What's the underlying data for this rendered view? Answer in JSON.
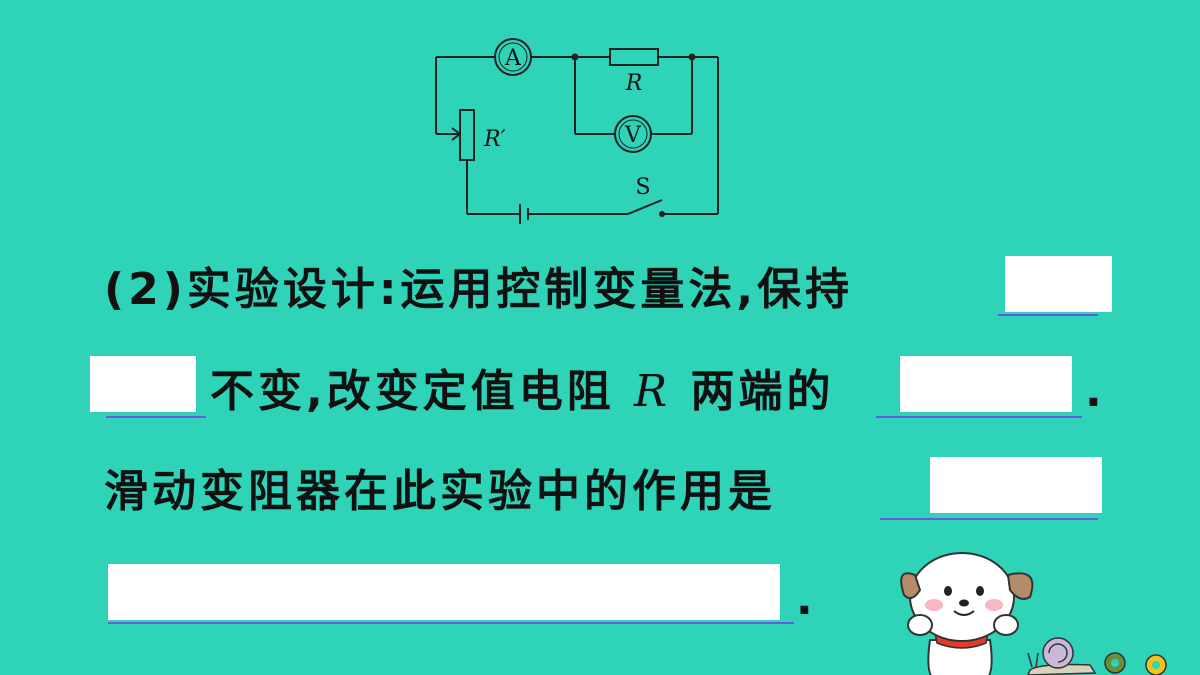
{
  "circuit": {
    "ammeter": "A",
    "voltmeter": "V",
    "resistor_label": "R",
    "rheostat_label": "R′",
    "switch_label": "S"
  },
  "question": {
    "line1": "(2)实验设计:运用控制变量法,保持",
    "line2a": "不变,改变定值电阻",
    "line2_var": "R",
    "line2b": "两端的",
    "line2_end": ".",
    "line3": "滑动变阻器在此实验中的作用是",
    "line4_end": "."
  }
}
